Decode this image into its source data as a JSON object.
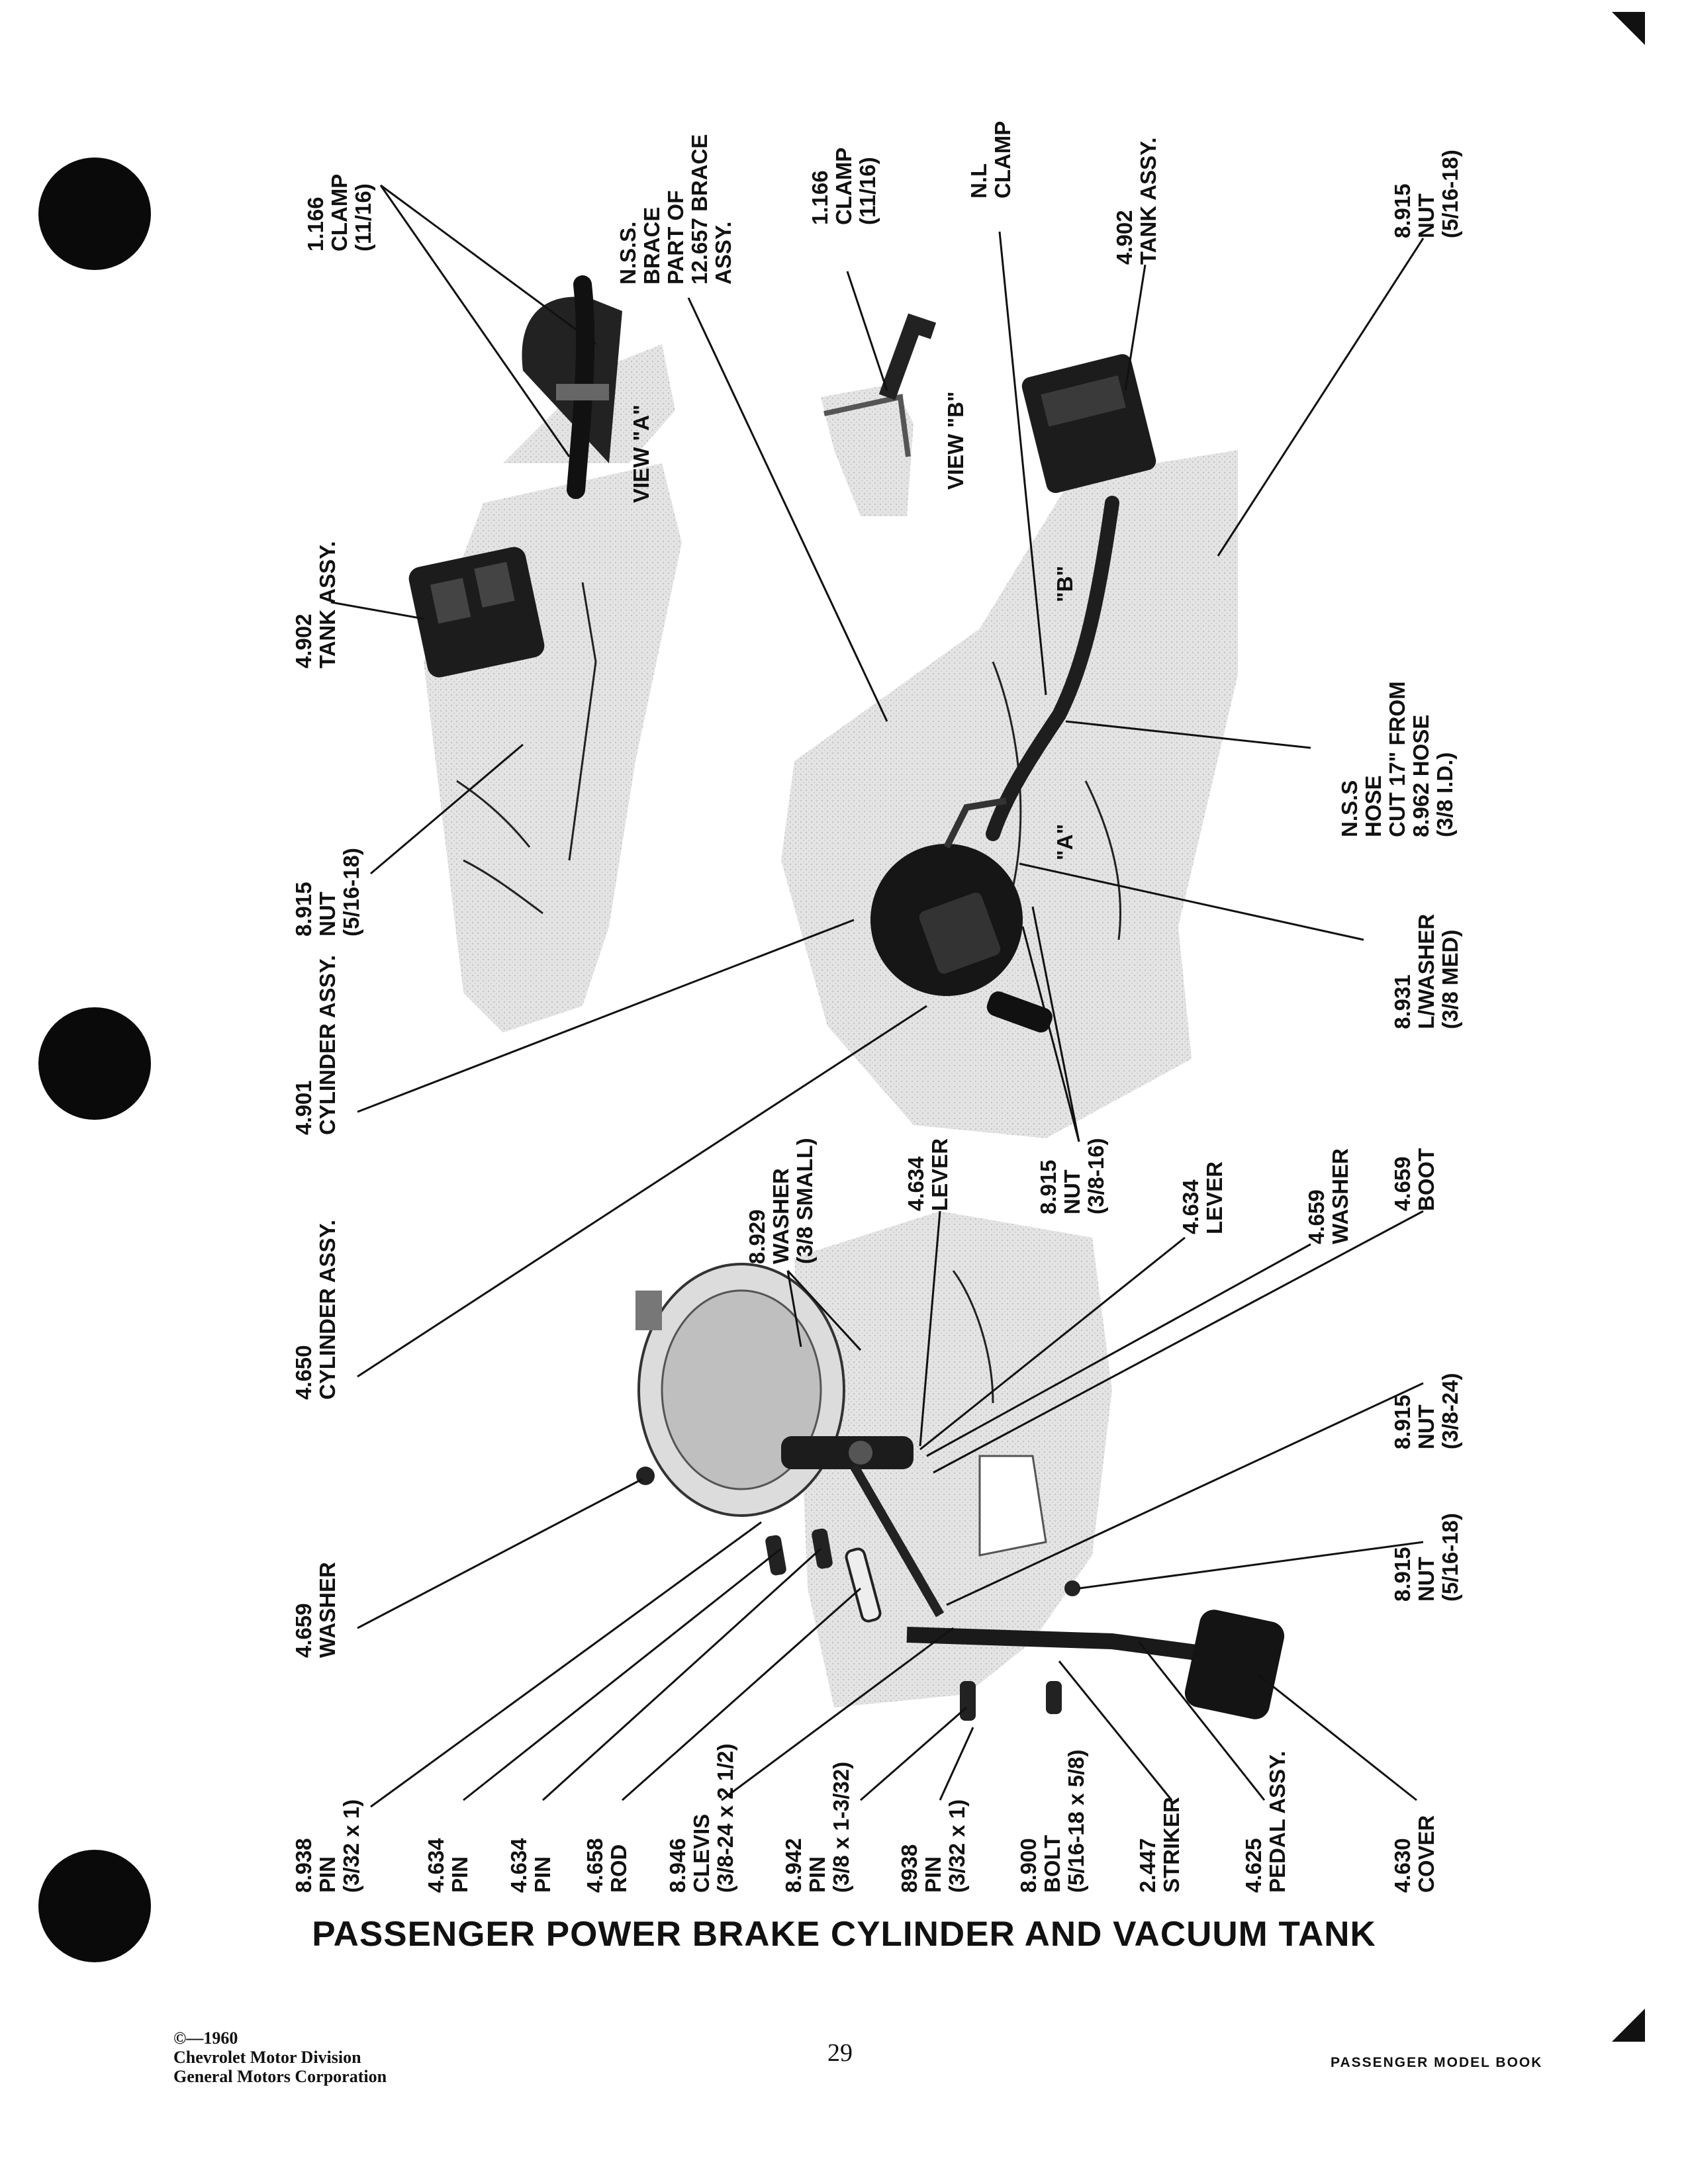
{
  "title": "PASSENGER POWER BRAKE CYLINDER AND VACUUM TANK",
  "footer": {
    "copyright_line1": "©—1960",
    "copyright_line2": "Chevrolet Motor Division",
    "copyright_line3": "General Motors Corporation",
    "page_number": "29",
    "book_name": "PASSENGER MODEL BOOK"
  },
  "views": {
    "view_a": "VIEW \"A\"",
    "view_b": "VIEW \"B\"",
    "marker_a": "\"A\"",
    "marker_b": "\"B\""
  },
  "callouts": {
    "clamp_top_left": [
      "1.166",
      "CLAMP",
      "(11/16)"
    ],
    "nss_brace": [
      "N.S.S.",
      "BRACE",
      "PART OF",
      "12.657 BRACE",
      "ASSY."
    ],
    "clamp_top_right": [
      "1.166",
      "CLAMP",
      "(11/16)"
    ],
    "nl_clamp": [
      "N.L",
      "CLAMP"
    ],
    "tank_assy_right": [
      "4.902",
      "TANK ASSY."
    ],
    "nut_top_right": [
      "8.915",
      "NUT",
      "(5/16-18)"
    ],
    "tank_assy_left": [
      "4.902",
      "TANK ASSY."
    ],
    "nss_hose": [
      "N.S.S",
      "HOSE",
      "CUT 17\" FROM",
      "8.962 HOSE",
      "(3/8 I.D.)"
    ],
    "nut_mid_left": [
      "8.915",
      "NUT",
      "(5/16-18)"
    ],
    "lwasher": [
      "8.931",
      "L/WASHER",
      "(3/8 MED)"
    ],
    "cylinder_4901": [
      "4.901",
      "CYLINDER ASSY."
    ],
    "nut_3_8_16": [
      "8.915",
      "NUT",
      "(3/8-16)"
    ],
    "washer_8929": [
      "8.929",
      "WASHER",
      "(3/8 SMALL)"
    ],
    "lever_upper": [
      "4.634",
      "LEVER"
    ],
    "cylinder_4650": [
      "4.650",
      "CYLINDER ASSY."
    ],
    "lever_lower": [
      "4.634",
      "LEVER"
    ],
    "washer_4659_right": [
      "4.659",
      "WASHER"
    ],
    "boot": [
      "4.659",
      "BOOT"
    ],
    "nut_3_8_24": [
      "8.915",
      "NUT",
      "(3/8-24)"
    ],
    "washer_4659_left": [
      "4.659",
      "WASHER"
    ],
    "nut_bottom_right": [
      "8.915",
      "NUT",
      "(5/16-18)"
    ],
    "pin_8938": [
      "8.938",
      "PIN",
      "(3/32 x 1)"
    ],
    "pin_4634_a": [
      "4.634",
      "PIN"
    ],
    "pin_4634_b": [
      "4.634",
      "PIN"
    ],
    "rod": [
      "4.658",
      "ROD"
    ],
    "clevis": [
      "8.946",
      "CLEVIS",
      "(3/8-24 x 2 1/2)"
    ],
    "pin_8942": [
      "8.942",
      "PIN",
      "(3/8 x 1-3/32)"
    ],
    "pin_8938_b": [
      "8938",
      "PIN",
      "(3/32 x 1)"
    ],
    "bolt": [
      "8.900",
      "BOLT",
      "(5/16-18 x 5/8)"
    ],
    "striker": [
      "2.447",
      "STRIKER"
    ],
    "pedal": [
      "4.625",
      "PEDAL ASSY."
    ],
    "cover": [
      "4.630",
      "COVER"
    ]
  }
}
